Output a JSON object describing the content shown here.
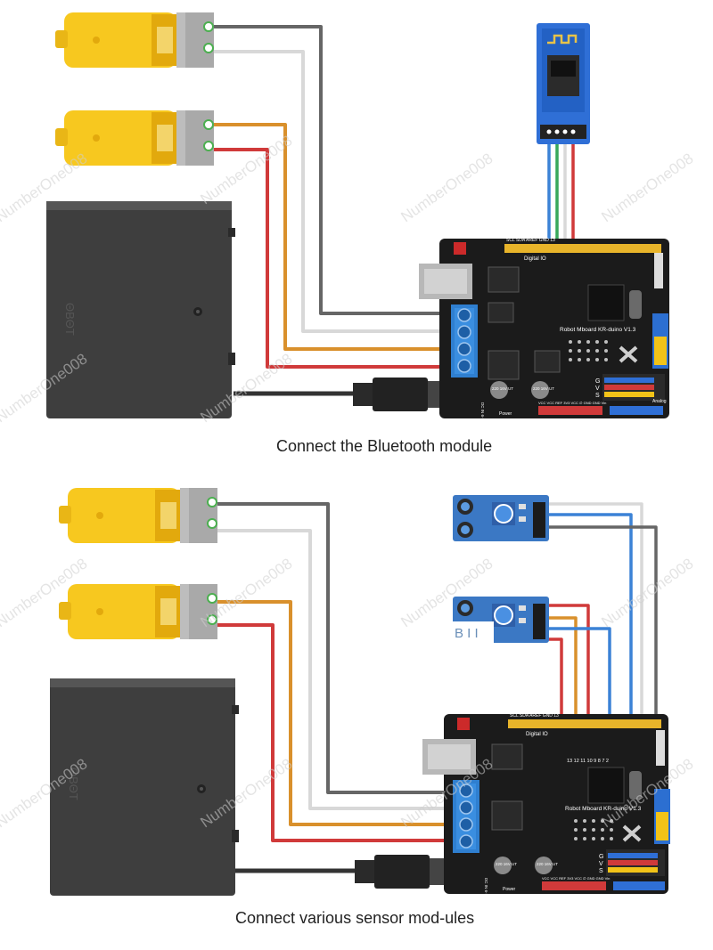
{
  "captions": {
    "bluetooth": "Connect the Bluetooth module",
    "sensors": "Connect various sensor mod-ules"
  },
  "watermark": "NumberOne008",
  "board": {
    "name": "Robot Mboard KR-duino V1.3",
    "digital_label": "Digital IO",
    "analog_label": "Analog",
    "power_label": "Power",
    "power_header": "VCC VCC REF 3V3 VCC ∅ GND GND Vin",
    "cap_label": "220 16V UT",
    "dc_label": "DC IN 6-15V",
    "pin_header": "SCL SDA AREF GND 13",
    "pin_numbers": "13 12 11 10 9 8 7 2",
    "gvs": [
      "G",
      "V",
      "S"
    ]
  },
  "battery_brand": "ΘΒΘΤ",
  "sensor_note": "B I I",
  "colors": {
    "motor": "#f7c81f",
    "motor_dark": "#e2a90d",
    "board": "#1b1b1b",
    "battery": "#3e3e3e",
    "bt_module": "#2f6fd6",
    "sensor_pcb": "#3b78c4",
    "wire_gray": "#666666",
    "wire_white": "#d8d8d8",
    "wire_orange": "#d9902c",
    "wire_red": "#d03a3a",
    "wire_blue": "#3b82d6",
    "wire_green": "#38a85a",
    "terminal": "#2f7fd0"
  }
}
